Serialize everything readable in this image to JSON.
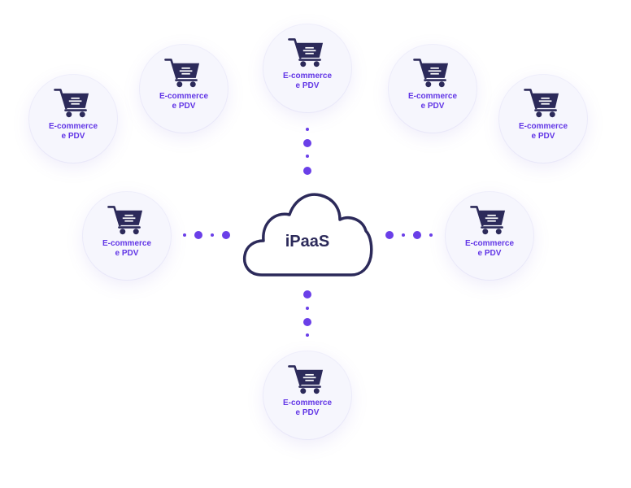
{
  "hub": {
    "label": "iPaaS"
  },
  "nodes": [
    {
      "line1": "E-commerce",
      "line2": "e PDV"
    },
    {
      "line1": "E-commerce",
      "line2": "e PDV"
    },
    {
      "line1": "E-commerce",
      "line2": "e PDV"
    },
    {
      "line1": "E-commerce",
      "line2": "e PDV"
    },
    {
      "line1": "E-commerce",
      "line2": "e PDV"
    },
    {
      "line1": "E-commerce",
      "line2": "e PDV"
    },
    {
      "line1": "E-commerce",
      "line2": "e PDV"
    },
    {
      "line1": "E-commerce",
      "line2": "e PDV"
    }
  ],
  "colors": {
    "accent": "#6236e6",
    "dots": "#6a3fe8",
    "icon": "#2c2a5a",
    "node_bg": "#f6f6fd"
  },
  "icons": {
    "node": "shopping-cart-icon",
    "hub": "cloud-icon"
  }
}
